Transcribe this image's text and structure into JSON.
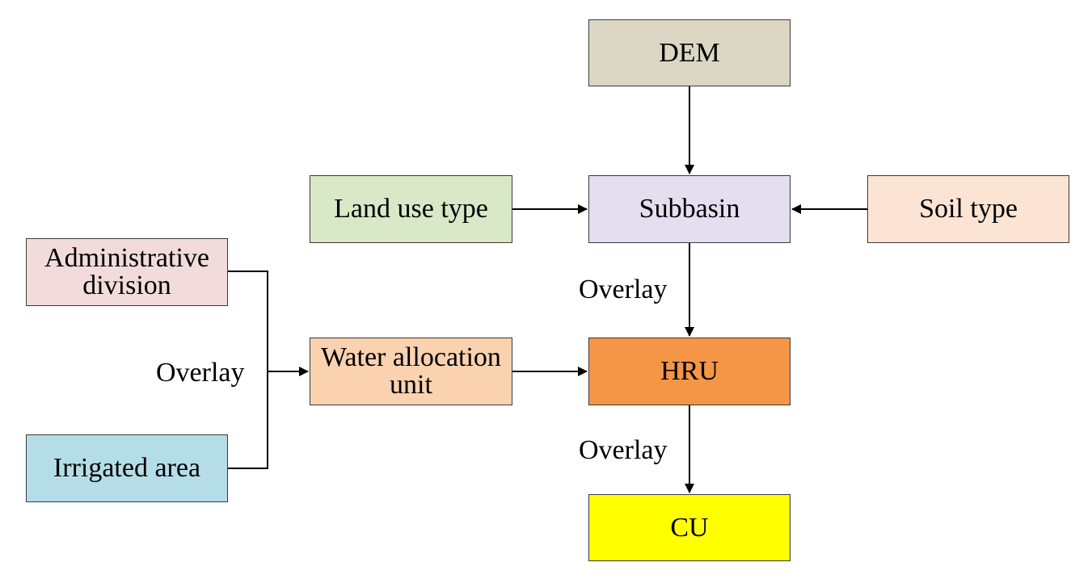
{
  "nodes": {
    "dem": {
      "label": "DEM",
      "color": "#dcd7c4"
    },
    "subbasin": {
      "label": "Subbasin",
      "color": "#e4def0"
    },
    "landuse": {
      "label": "Land use type",
      "color": "#d9e8c6"
    },
    "soil": {
      "label": "Soil type",
      "color": "#fbe4d4"
    },
    "admin": {
      "label": "Administrative division",
      "color": "#f2dcdb"
    },
    "water": {
      "label": "Water allocation unit",
      "color": "#fad2b0"
    },
    "hru": {
      "label": "HRU",
      "color": "#f59546"
    },
    "irrig": {
      "label": "Irrigated area",
      "color": "#b5dde8"
    },
    "cu": {
      "label": "CU",
      "color": "#ffff00"
    }
  },
  "edge_labels": {
    "subbasin_to_hru": "Overlay",
    "admin_irrig_to_water": "Overlay",
    "hru_to_cu": "Overlay"
  },
  "edges": [
    {
      "from": "dem",
      "to": "subbasin"
    },
    {
      "from": "landuse",
      "to": "subbasin"
    },
    {
      "from": "soil",
      "to": "subbasin"
    },
    {
      "from": "subbasin",
      "to": "hru"
    },
    {
      "from": "admin",
      "to": "water"
    },
    {
      "from": "irrig",
      "to": "water"
    },
    {
      "from": "water",
      "to": "hru"
    },
    {
      "from": "hru",
      "to": "cu"
    }
  ]
}
